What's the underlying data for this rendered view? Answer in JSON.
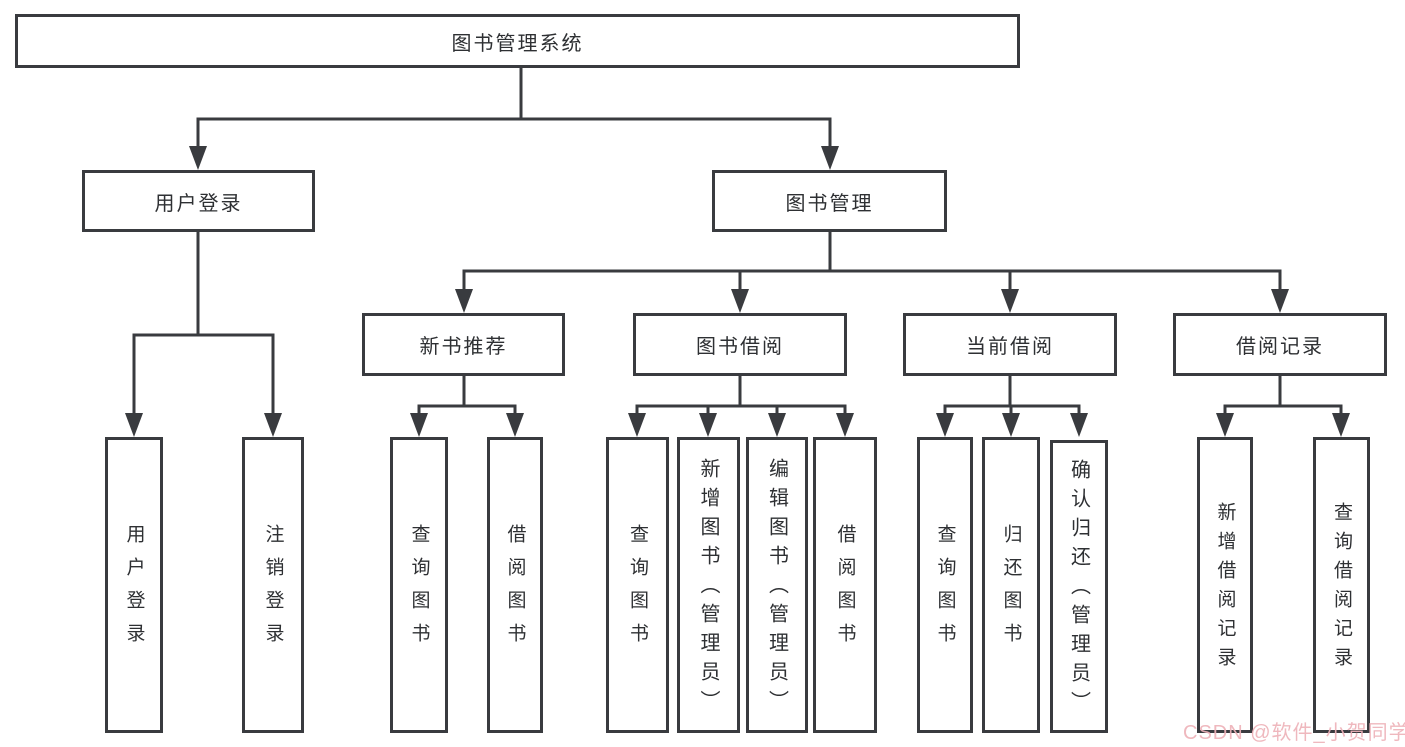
{
  "colors": {
    "line": "#393b3f",
    "text": "#2e3033",
    "background": "#ffffff",
    "watermark": "#eeb2b8"
  },
  "tree": {
    "label": "图书管理系统",
    "children": [
      {
        "label": "用户登录",
        "children": [
          {
            "label": "用户登录"
          },
          {
            "label": "注销登录"
          }
        ]
      },
      {
        "label": "图书管理",
        "children": [
          {
            "label": "新书推荐",
            "children": [
              {
                "label": "查询图书"
              },
              {
                "label": "借阅图书"
              }
            ]
          },
          {
            "label": "图书借阅",
            "children": [
              {
                "label": "查询图书"
              },
              {
                "label": "新增图书（管理员）"
              },
              {
                "label": "编辑图书（管理员）"
              },
              {
                "label": "借阅图书"
              }
            ]
          },
          {
            "label": "当前借阅",
            "children": [
              {
                "label": "查询图书"
              },
              {
                "label": "归还图书"
              },
              {
                "label": "确认归还（管理员）"
              }
            ]
          },
          {
            "label": "借阅记录",
            "children": [
              {
                "label": "新增借阅记录"
              },
              {
                "label": "查询借阅记录"
              }
            ]
          }
        ]
      }
    ]
  },
  "watermark": {
    "text": "CSDN @软件_小贺同学"
  }
}
